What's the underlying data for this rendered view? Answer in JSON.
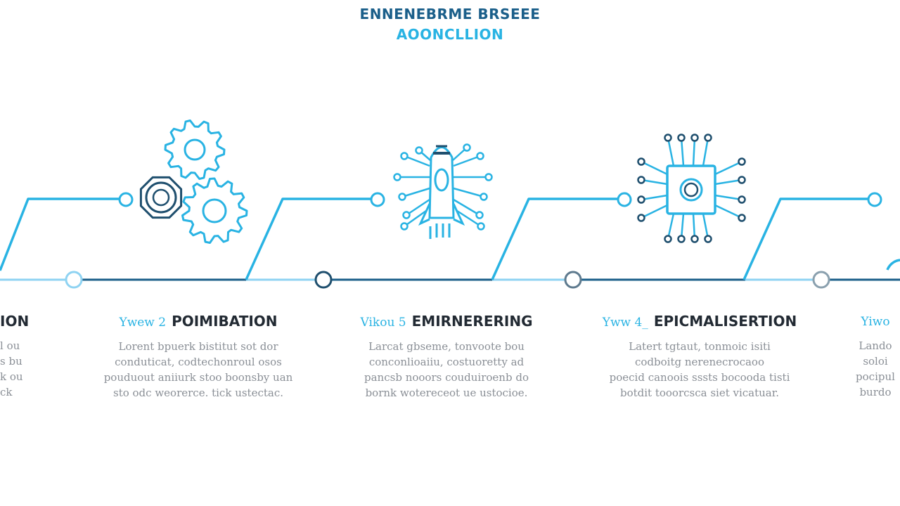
{
  "title": {
    "line1": "ENNENEBRME BRSEEE",
    "line2": "AOONCLLION"
  },
  "colors": {
    "upper_line": "#29b3e3",
    "lower_line_light": "#8fd3f2",
    "lower_line_dark": "#1b5f8a",
    "node_dark": "#1f4f6e",
    "icon_light": "#29b3e3",
    "icon_dark": "#1f4f6e",
    "heading": "#222a33",
    "body_text": "#8a8f96"
  },
  "left_edge": {
    "title": "ION",
    "desc": [
      "l ou",
      "s bu",
      "k ou",
      "ck"
    ]
  },
  "stages": [
    {
      "num": "Ywew 2",
      "title": "POIMIBATION",
      "icon": "gears-icon",
      "desc": [
        "Lorent bpuerk bistitut sot dor",
        "conduticat, codtechonroul osos",
        "pouduout aniiurk stoo boonsby uan",
        "sto odc weorerce. tick ustectac."
      ]
    },
    {
      "num": "Vikou 5",
      "title": "EMIRNERERING",
      "icon": "rocket-circuit-icon",
      "desc": [
        "Larcat gbseme, tonvoote bou",
        "conconlioaiiu, costuoretty ad",
        "pancsb nooors couduiroenb do",
        "bornk wotereceot ue ustocioe."
      ]
    },
    {
      "num": "Yww 4_",
      "title": "EPICMALISERTION",
      "icon": "chip-icon",
      "desc": [
        "Latert tgtaut, tonmoic isiti",
        "codboitg nerenecrocaoo",
        "poecid canoois sssts bocooda tisti",
        "botdit tooorcsca siet vicatuar."
      ]
    }
  ],
  "right_edge": {
    "num": "Yiwo",
    "desc": [
      "Lando",
      "soloi",
      "pocipul",
      "burdo"
    ]
  }
}
